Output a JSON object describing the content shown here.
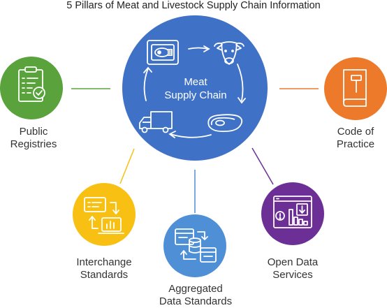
{
  "title": "5 Pillars of Meat and Livestock Supply Chain Information",
  "center": {
    "line1": "Meat",
    "line2": "Supply Chain",
    "color": "#3f72c6",
    "icons": [
      "meat-package-icon",
      "cow-icon",
      "steak-icon",
      "truck-icon"
    ]
  },
  "pillars": {
    "public_registries": {
      "line1": "Public",
      "line2": "Registries",
      "color": "#5aa33c",
      "icon": "clipboard-check-icon"
    },
    "code_of_practice": {
      "line1": "Code of",
      "line2": "Practice",
      "color": "#ec7a2a",
      "icon": "gavel-book-icon"
    },
    "interchange_standards": {
      "line1": "Interchange",
      "line2": "Standards",
      "color": "#f8c012",
      "icon": "data-exchange-icon"
    },
    "aggregated_data_standards": {
      "line1": "Aggregated",
      "line2": "Data Standards",
      "color": "#4f8fd6",
      "icon": "database-exchange-icon"
    },
    "open_data_services": {
      "line1": "Open Data",
      "line2": "Services",
      "color": "#6c2f96",
      "icon": "download-chart-icon"
    }
  }
}
